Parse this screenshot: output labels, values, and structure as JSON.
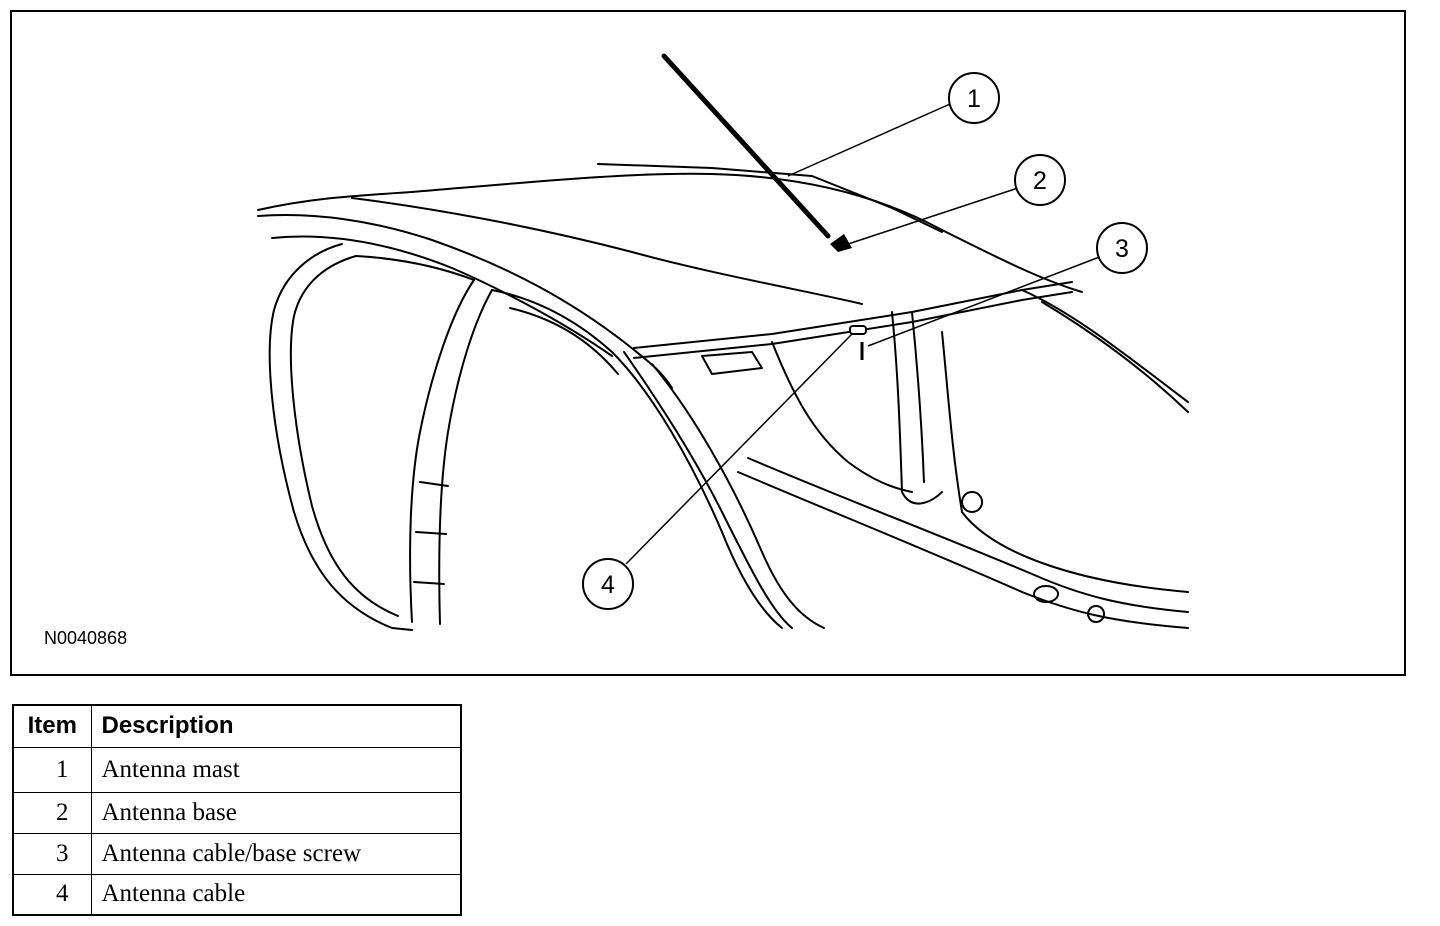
{
  "figure": {
    "id_label": "N0040868",
    "callouts": [
      {
        "number": "1"
      },
      {
        "number": "2"
      },
      {
        "number": "3"
      },
      {
        "number": "4"
      }
    ]
  },
  "legend": {
    "headers": {
      "item": "Item",
      "description": "Description"
    },
    "rows": [
      {
        "item": "1",
        "description": "Antenna mast"
      },
      {
        "item": "2",
        "description": "Antenna base"
      },
      {
        "item": "3",
        "description": "Antenna cable/base screw"
      },
      {
        "item": "4",
        "description": "Antenna cable"
      }
    ]
  }
}
